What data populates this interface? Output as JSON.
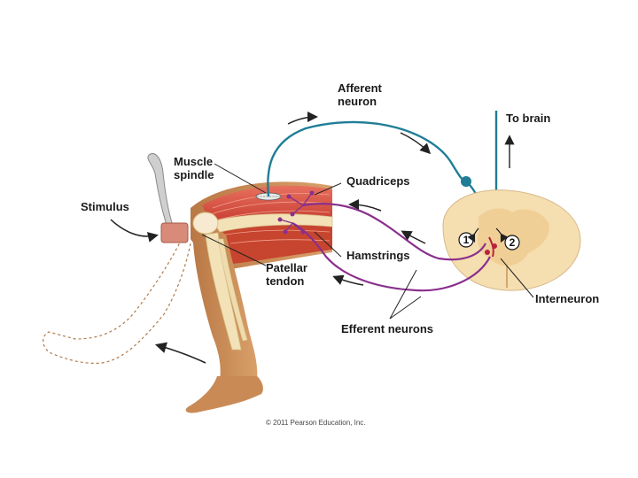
{
  "labels": {
    "afferent_line1": "Afferent",
    "afferent_line2": "neuron",
    "to_brain": "To brain",
    "muscle_spindle_line1": "Muscle",
    "muscle_spindle_line2": "spindle",
    "quadriceps": "Quadriceps",
    "stimulus": "Stimulus",
    "hamstrings": "Hamstrings",
    "patellar_line1": "Patellar",
    "patellar_line2": "tendon",
    "interneuron": "Interneuron",
    "efferent_neurons": "Efferent neurons",
    "synapse_1": "1",
    "synapse_2": "2"
  },
  "copyright": "© 2011 Pearson Education, Inc.",
  "colors": {
    "afferent": "#1f7d96",
    "efferent": "#8a2f8c",
    "skin": "#c98a55",
    "muscle": "#d9483a",
    "bone": "#f3e2b8",
    "spinal_cord": "#f5deb0",
    "arrow": "#222222"
  }
}
